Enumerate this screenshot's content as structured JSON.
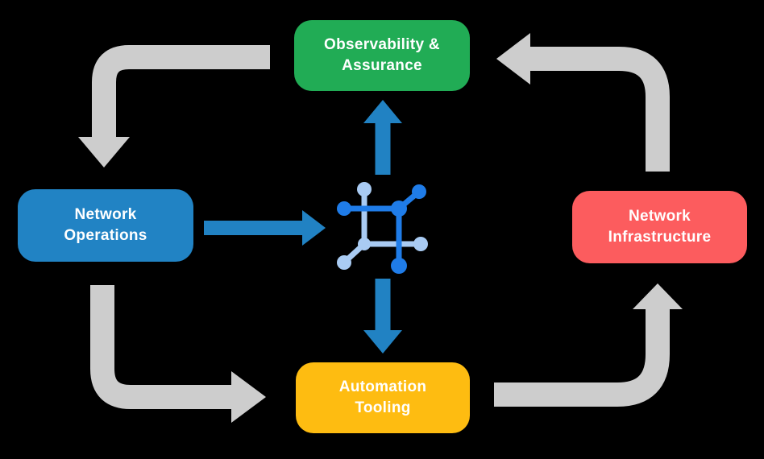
{
  "diagram": {
    "nodes": {
      "observability": {
        "line1": "Observability &",
        "line2": "Assurance",
        "color": "#21AC55"
      },
      "operations": {
        "line1": "Network",
        "line2": "Operations",
        "color": "#2183C4"
      },
      "infrastructure": {
        "line1": "Network",
        "line2": "Infrastructure",
        "color": "#FC5C5E"
      },
      "automation": {
        "line1": "Automation",
        "line2": "Tooling",
        "color": "#FEBC11"
      }
    },
    "colors": {
      "background": "#000000",
      "cycle_arrow": "#CDCDCD",
      "flow_arrow": "#2182C3",
      "icon_dark": "#1F7CE8",
      "icon_light": "#A9CBF3",
      "text": "#FFFFFF"
    },
    "icons": {
      "center": "network-mesh-icon"
    }
  }
}
